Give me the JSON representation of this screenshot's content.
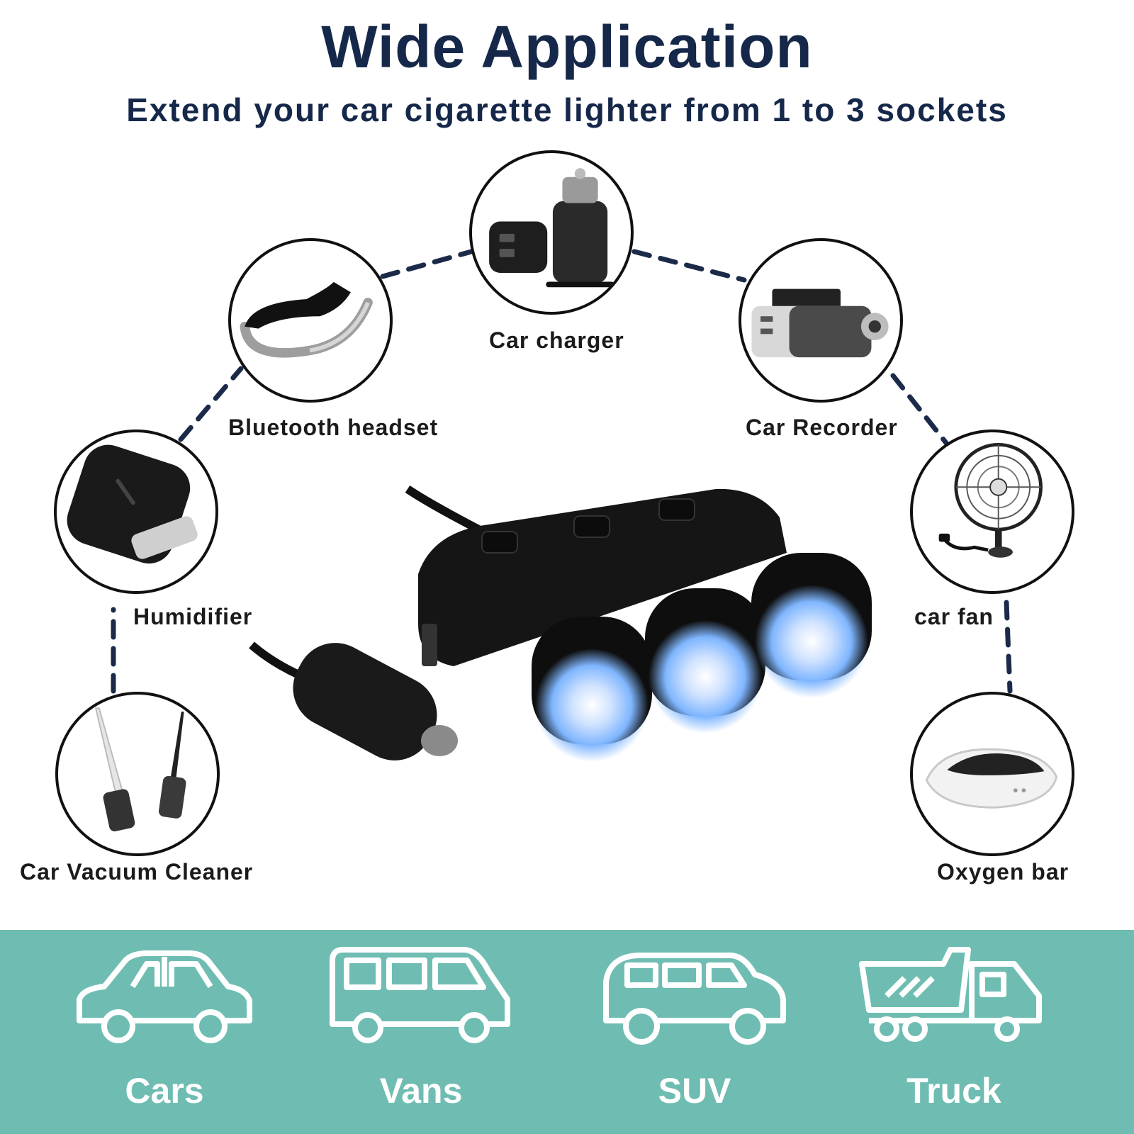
{
  "header": {
    "title": "Wide Application",
    "subtitle": "Extend your car cigarette lighter from 1 to 3 sockets"
  },
  "devices": [
    {
      "label": "Car charger",
      "icon": "car-charger-icon"
    },
    {
      "label": "Bluetooth headset",
      "icon": "bluetooth-headset-icon"
    },
    {
      "label": "Car Recorder",
      "icon": "car-recorder-icon"
    },
    {
      "label": "Humidifier",
      "icon": "humidifier-icon"
    },
    {
      "label": "car fan",
      "icon": "car-fan-icon"
    },
    {
      "label": "Car Vacuum Cleaner",
      "icon": "car-vacuum-cleaner-icon"
    },
    {
      "label": "Oxygen bar",
      "icon": "oxygen-bar-icon"
    }
  ],
  "vehicles": [
    {
      "label": "Cars",
      "icon": "car-icon"
    },
    {
      "label": "Vans",
      "icon": "van-icon"
    },
    {
      "label": "SUV",
      "icon": "suv-icon"
    },
    {
      "label": "Truck",
      "icon": "truck-icon"
    }
  ],
  "colors": {
    "title": "#16284a",
    "band": "#6fbdb2",
    "socket_glow": "#7fb6ff",
    "dashed_arc": "#1c2a4a"
  }
}
